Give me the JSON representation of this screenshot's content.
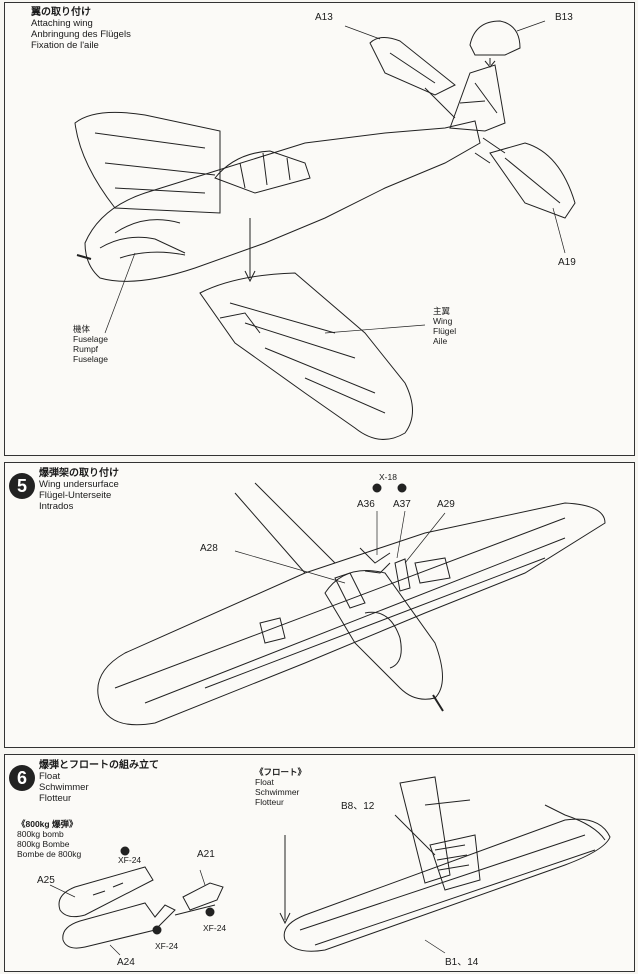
{
  "step4": {
    "title_lines": [
      "翼の取り付け",
      "Attaching wing",
      "Anbringung des Flügels",
      "Fixation de l'aile"
    ],
    "parts": {
      "a13": "A13",
      "b13": "B13",
      "a19": "A19"
    },
    "fuselage": [
      "機体",
      "Fuselage",
      "Rumpf",
      "Fuselage"
    ],
    "wing": [
      "主翼",
      "Wing",
      "Flügel",
      "Aile"
    ]
  },
  "step5": {
    "number": "5",
    "title_lines": [
      "爆弾架の取り付け",
      "Wing undersurface",
      "Flügel-Unterseite",
      "Intrados"
    ],
    "parts": {
      "x18": "X-18",
      "a36": "A36",
      "a37": "A37",
      "a29": "A29",
      "a28": "A28"
    }
  },
  "step6": {
    "number": "6",
    "title_lines": [
      "爆弾とフロートの組み立て",
      "Float",
      "Schwimmer",
      "Flotteur"
    ],
    "bomb_title": "《800kg 爆弾》",
    "bomb_lines": [
      "800kg bomb",
      "800kg Bombe",
      "Bombe de 800kg"
    ],
    "float_title": "《フロート》",
    "float_lines": [
      "Float",
      "Schwimmer",
      "Flotteur"
    ],
    "parts": {
      "a25": "A25",
      "xf24a": "XF-24",
      "a21": "A21",
      "xf24b": "XF-24",
      "xf24c": "XF-24",
      "a24": "A24",
      "b812": "B8、12",
      "b114": "B1、14"
    }
  },
  "watermark_colors": {
    "red": "#d42020",
    "blue": "#1a5fb4"
  }
}
